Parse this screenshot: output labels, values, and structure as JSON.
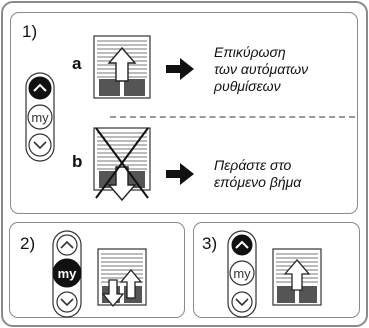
{
  "outer_panel": {
    "step_label": "1)",
    "option_a": {
      "letter": "a",
      "caption_lines": [
        "Επικύρωση",
        "των αυτόματων",
        "ρυθμίσεων"
      ]
    },
    "option_b": {
      "letter": "b",
      "caption_lines": [
        "Περάστε στο",
        "επόμενο βήμα"
      ]
    },
    "remote": {
      "my_label": "my",
      "active_button": "up"
    }
  },
  "panel_2": {
    "step_label": "2)",
    "remote": {
      "my_label": "my",
      "active_button": "my"
    }
  },
  "panel_3": {
    "step_label": "3)",
    "remote": {
      "my_label": "my",
      "active_button": "up"
    }
  },
  "icons": [
    "up-button-icon",
    "my-button-icon",
    "down-button-icon",
    "shutter-icon",
    "arrow-right-icon",
    "cross-icon"
  ],
  "colors": {
    "border": "#8a8a8a",
    "dash": "#9a9a9a",
    "active_button": "#111111",
    "inactive_button": "#ffffff"
  }
}
